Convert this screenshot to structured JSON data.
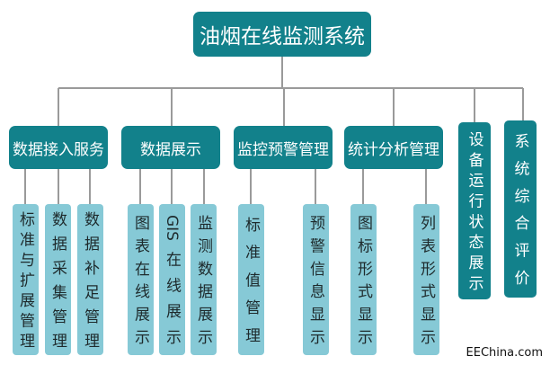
{
  "root": "油烟在线监测系统",
  "modules": [
    {
      "label": "数据接入服务",
      "children": [
        "标准与扩展管理",
        "数据采集管理",
        "数据补足管理"
      ]
    },
    {
      "label": "数据展示",
      "children": [
        "图表在线展示",
        "GIS在线展示",
        "监测数据展示"
      ]
    },
    {
      "label": "监控预警管理",
      "children": [
        "标准值管理",
        "预警信息显示"
      ]
    },
    {
      "label": "统计分析管理",
      "children": [
        "图标形式显示",
        "列表形式显示"
      ]
    },
    {
      "label": "设备运行状态展示",
      "children": []
    },
    {
      "label": "系统综合评价",
      "children": []
    }
  ],
  "watermark": "EEChina.com",
  "colors": {
    "dark": "#12818b",
    "light": "#86c9d6"
  }
}
